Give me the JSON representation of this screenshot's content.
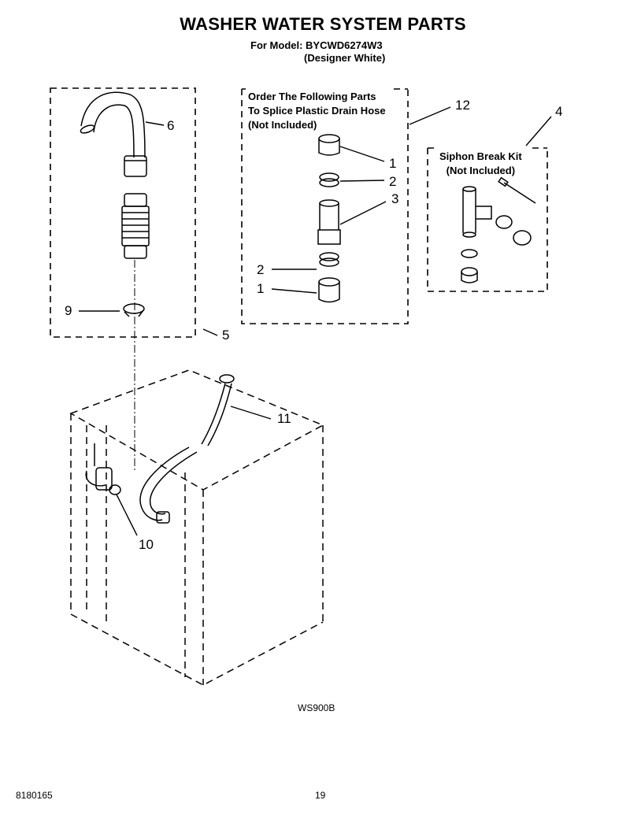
{
  "header": {
    "title": "WASHER WATER SYSTEM PARTS",
    "model_line": "For Model: BYCWD6274W3",
    "variant_line": "(Designer White)"
  },
  "splice_box": {
    "lines": [
      "Order The Following Parts",
      "To Splice Plastic Drain Hose",
      "(Not Included)"
    ]
  },
  "siphon_box": {
    "lines": [
      "Siphon Break Kit",
      "(Not Included)"
    ]
  },
  "callouts": {
    "c6": "6",
    "c9": "9",
    "c5": "5",
    "c12": "12",
    "c4": "4",
    "c1a": "1",
    "c2a": "2",
    "c3": "3",
    "c2b": "2",
    "c1b": "1",
    "c11": "11",
    "c10": "10"
  },
  "footer": {
    "diagram_code": "WS900B",
    "doc_number": "8180165",
    "page_number": "19"
  }
}
